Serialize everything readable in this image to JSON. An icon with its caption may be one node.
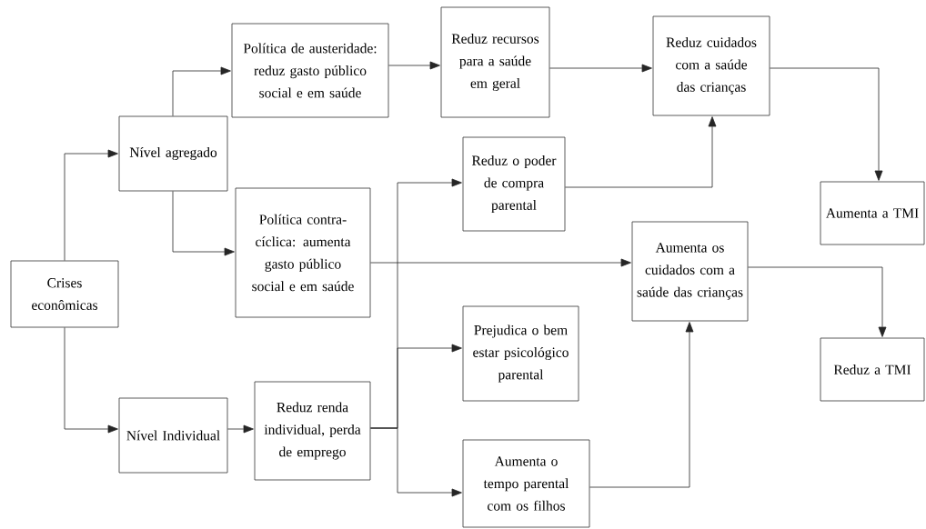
{
  "diagram": {
    "nodes": [
      {
        "text": [
          "Crises econômicas"
        ]
      },
      {
        "text": [
          "Nível agregado"
        ]
      },
      {
        "text": [
          "Nível Individual"
        ]
      },
      {
        "text": [
          "Política de austeridade: reduz gasto público social e em saúde"
        ]
      },
      {
        "text": [
          "Política contra-cíclica: aumenta gasto público social e em saúde"
        ]
      },
      {
        "text": [
          "Reduz renda individual, perda de emprego"
        ]
      },
      {
        "text": [
          "Reduz recursos para a saúde em geral"
        ]
      },
      {
        "text": [
          "Reduz cuidados com a saúde das crianças"
        ]
      },
      {
        "text": [
          "Reduz o poder de compra parental"
        ]
      },
      {
        "text": [
          "Aumenta os cuidados com a saúde das crianças"
        ]
      },
      {
        "text": [
          "Prejudica o bem estar psicológico parental"
        ]
      },
      {
        "text": [
          "Aumenta o tempo parental com os filhos"
        ]
      },
      {
        "text": [
          "Aumenta a TMI"
        ]
      },
      {
        "text": [
          "Reduz a TMI"
        ]
      }
    ],
    "edges": [
      {
        "from": 0,
        "to": 1,
        "arrow": "to"
      },
      {
        "from": 0,
        "to": 2,
        "arrow": "to"
      },
      {
        "from": 1,
        "to": 3,
        "arrow": "to"
      },
      {
        "from": 1,
        "to": 4,
        "arrow": "to"
      },
      {
        "from": 2,
        "to": 5,
        "arrow": "to"
      },
      {
        "from": 3,
        "to": 6,
        "arrow": "to"
      },
      {
        "from": 6,
        "to": 7,
        "arrow": "to"
      },
      {
        "from": 4,
        "to": 9,
        "arrow": "to"
      },
      {
        "from": 5,
        "to": 8,
        "arrow": "to"
      },
      {
        "from": 5,
        "to": 10,
        "arrow": "to"
      },
      {
        "from": 5,
        "to": 11,
        "arrow": "to"
      },
      {
        "from": 8,
        "to": 7,
        "arrow": "to"
      },
      {
        "from": 11,
        "to": 9,
        "arrow": "to"
      },
      {
        "from": 7,
        "to": 12,
        "arrow": "to"
      },
      {
        "from": 9,
        "to": 13,
        "arrow": "to"
      }
    ]
  }
}
